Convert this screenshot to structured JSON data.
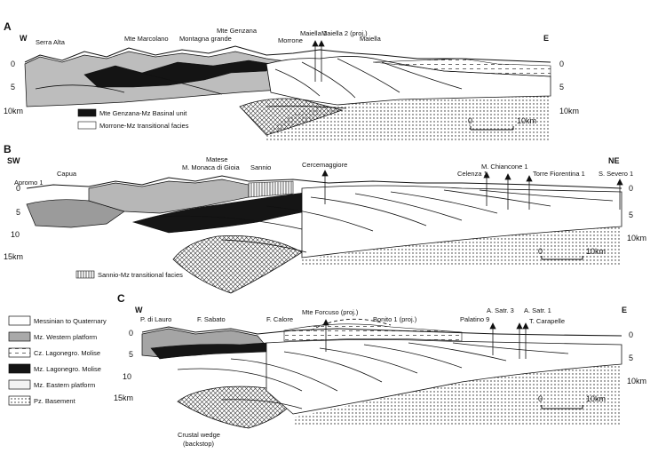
{
  "sections": [
    {
      "id": "A",
      "letter": "A",
      "left_dir": "W",
      "right_dir": "E",
      "depth_left": [
        "0",
        "5",
        "10km"
      ],
      "depth_right": [
        "0",
        "5",
        "10km"
      ],
      "scale": [
        "0",
        "10km"
      ],
      "places": [
        "Serra Alta",
        "Mte Marcolano",
        "Montagna grande",
        "Mte Genzana",
        "Morrone",
        "Maiella 1",
        "Maiella 2 (proj.)",
        "Maiella"
      ],
      "legend": [
        "Mte Genzana-Mz Basinal unit",
        "Morrone-Mz transitional facies"
      ]
    },
    {
      "id": "B",
      "letter": "B",
      "left_dir": "SW",
      "right_dir": "NE",
      "depth_left": [
        "0",
        "5",
        "10",
        "15km"
      ],
      "depth_right": [
        "0",
        "5",
        "10km"
      ],
      "scale": [
        "0",
        "10km"
      ],
      "places": [
        "Apromo 1",
        "Capua",
        "Matese",
        "M. Monaca di Gioia",
        "Sannio",
        "Cercemaggiore",
        "Celenza 1",
        "M. Chiancone 1",
        "Torre Fiorentina 1",
        "S. Severo 1"
      ],
      "legend": [
        "Sannio-Mz transitional facies"
      ]
    },
    {
      "id": "C",
      "letter": "C",
      "left_dir": "W",
      "right_dir": "E",
      "depth_left": [
        "0",
        "5",
        "10",
        "15km"
      ],
      "depth_right": [
        "0",
        "5",
        "10km"
      ],
      "scale": [
        "0",
        "10km"
      ],
      "places": [
        "P. di Lauro",
        "F. Sabato",
        "F. Calore",
        "Mte Forcuso (proj.)",
        "Bonito 1 (proj.)",
        "Palatino 9",
        "A. Satr. 3",
        "A. Satr. 1",
        "T. Carapelle"
      ],
      "annotation": [
        "Crustal wedge",
        "(backstop)"
      ]
    }
  ],
  "legend": [
    {
      "label": "Messinian to Quaternary",
      "pattern": "white"
    },
    {
      "label": "Mz. Western platform",
      "pattern": "gray"
    },
    {
      "label": "Cz. Lagonegro. Molise",
      "pattern": "dash"
    },
    {
      "label": "Mz. Lagonegro. Molise",
      "pattern": "black"
    },
    {
      "label": "Mz. Eastern platform",
      "pattern": "light"
    },
    {
      "label": "Pz. Basement",
      "pattern": "dots"
    }
  ]
}
